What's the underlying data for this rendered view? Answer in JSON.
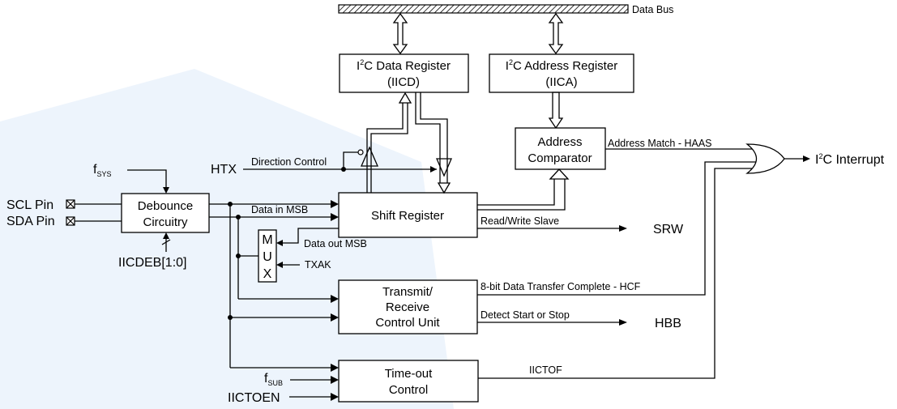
{
  "bus": {
    "label": "Data Bus"
  },
  "blocks": {
    "iicd": {
      "name_pre": "I",
      "name_sup": "2",
      "name_post": "C Data Register",
      "abbr": "(IICD)"
    },
    "iica": {
      "name_pre": "I",
      "name_sup": "2",
      "name_post": "C Address Register",
      "abbr": "(IICA)"
    },
    "comparator": {
      "line1": "Address",
      "line2": "Comparator"
    },
    "debounce": {
      "line1": "Debounce",
      "line2": "Circuitry"
    },
    "shift": {
      "label": "Shift Register"
    },
    "mux": {
      "l1": "M",
      "l2": "U",
      "l3": "X"
    },
    "trx": {
      "line1": "Transmit/",
      "line2": "Receive",
      "line3": "Control Unit"
    },
    "timeout": {
      "line1": "Time-out",
      "line2": "Control"
    }
  },
  "inputs": {
    "fsys_main": "f",
    "fsys_sub": "SYS",
    "scl": "SCL Pin",
    "sda": "SDA Pin",
    "iicdeb": "IICDEB[1:0]",
    "htx": "HTX",
    "fsub_main": "f",
    "fsub_sub": "SUB",
    "iictoen": "IICTOEN",
    "txak": "TXAK"
  },
  "signals": {
    "direction": "Direction Control",
    "data_in": "Data in MSB",
    "data_out": "Data out MSB",
    "rw_slave": "Read/Write Slave",
    "addr_match": "Address Match - HAAS",
    "xfer_complete": "8-bit Data Transfer Complete - HCF",
    "start_stop": "Detect Start or Stop",
    "iictof": "IICTOF"
  },
  "outputs": {
    "srw": "SRW",
    "hbb": "HBB",
    "int_pre": "I",
    "int_sup": "2",
    "int_post": "C Interrupt"
  }
}
